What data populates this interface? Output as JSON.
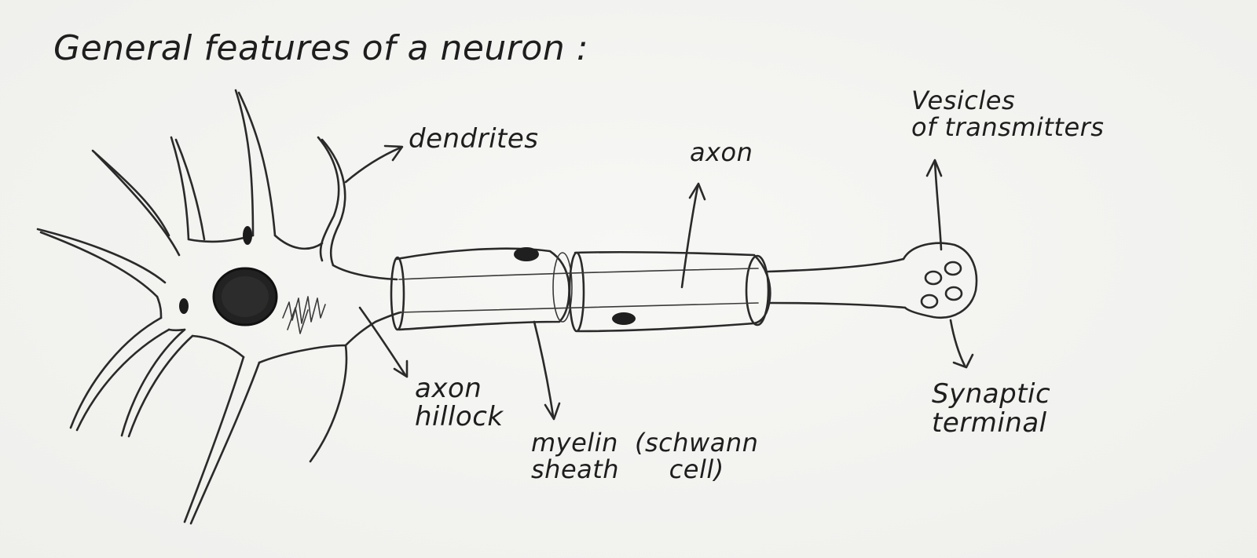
{
  "title": "General features of a neuron :",
  "labels": {
    "dendrites": "dendrites",
    "axon": "axon",
    "vesicles_line1": "Vesicles",
    "vesicles_line2": "of transmitters",
    "axon_hillock_line1": "axon",
    "axon_hillock_line2": "hillock",
    "myelin_line1": "myelin",
    "myelin_line2": "sheath",
    "schwann_line1": "(schwann",
    "schwann_line2": "cell)",
    "synaptic_line1": "Synaptic",
    "synaptic_line2": "terminal"
  },
  "colors": {
    "ink": "#2a2a2a",
    "paper": "#f4f4f2"
  }
}
